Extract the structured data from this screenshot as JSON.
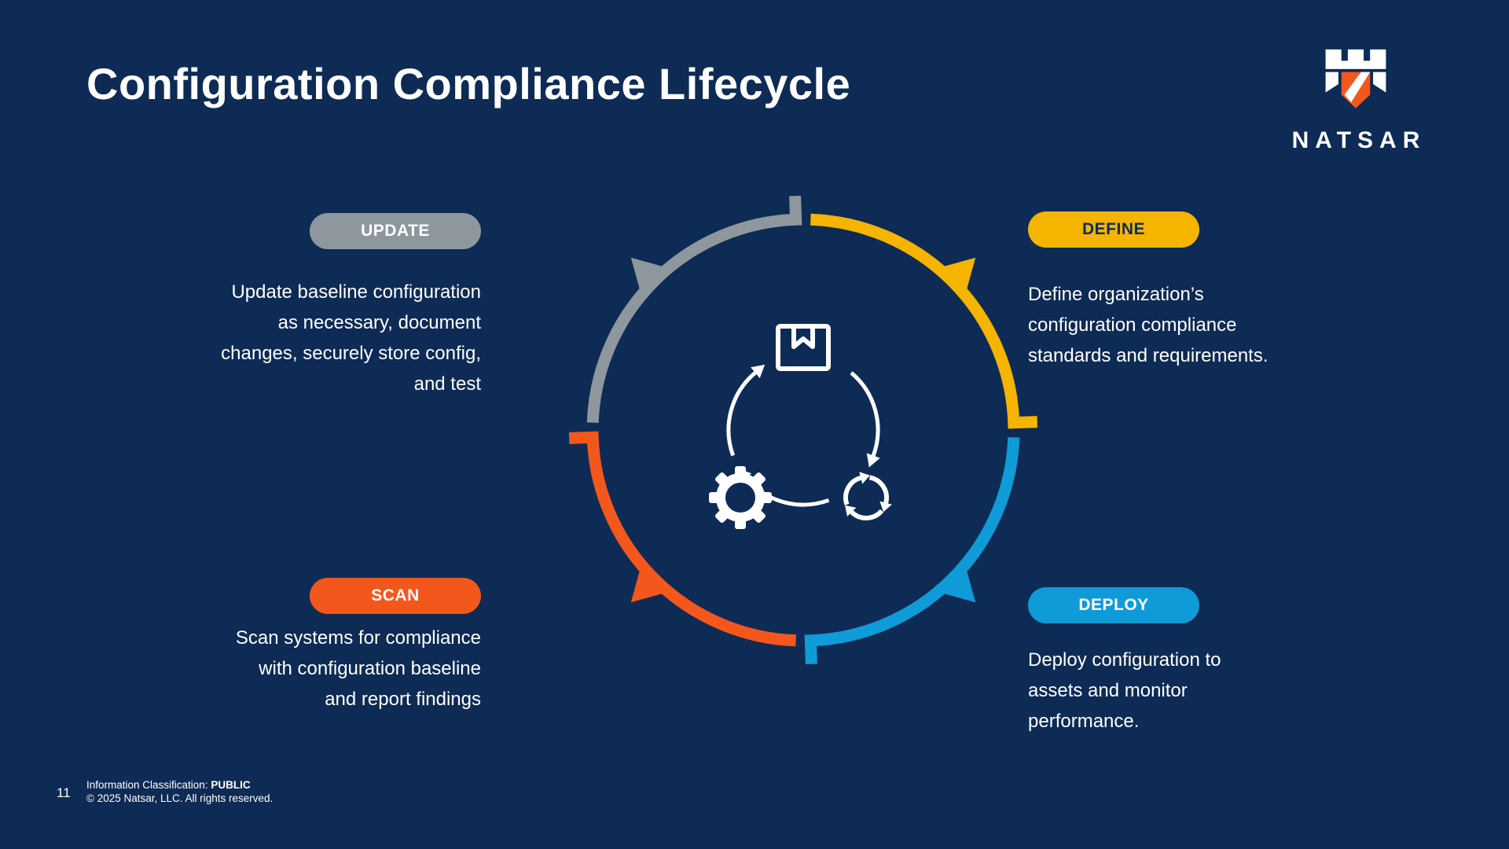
{
  "slide": {
    "title": "Configuration Compliance Lifecycle",
    "page_number": "11",
    "background_color": "#0E2B55",
    "footer": {
      "classification_label": "Information Classification:",
      "classification_value": "PUBLIC",
      "copyright": "© 2025 Natsar, LLC. All rights reserved."
    }
  },
  "logo": {
    "brand": "NATSAR",
    "icon": "castle-icon",
    "orange": "#F4571C"
  },
  "diagram": {
    "center_icons": [
      "package-icon",
      "gear-icon",
      "recycle-icon"
    ],
    "line_color": "#FFFFFF"
  },
  "stages": [
    {
      "id": "update",
      "label": "UPDATE",
      "color": "#8E979E",
      "text_color": "#FFFFFF",
      "description": "Update baseline configuration\nas necessary, document\nchanges, securely store config,\nand test"
    },
    {
      "id": "define",
      "label": "DEFINE",
      "color": "#F5B400",
      "text_color": "#0E2B55",
      "description": "Define organization’s\nconfiguration compliance\nstandards and requirements."
    },
    {
      "id": "scan",
      "label": "SCAN",
      "color": "#F4571C",
      "text_color": "#FFFFFF",
      "description": "Scan systems for compliance\nwith configuration baseline\nand report findings"
    },
    {
      "id": "deploy",
      "label": "DEPLOY",
      "color": "#0F9BD7",
      "text_color": "#FFFFFF",
      "description": "Deploy configuration to\nassets and monitor\nperformance."
    }
  ]
}
